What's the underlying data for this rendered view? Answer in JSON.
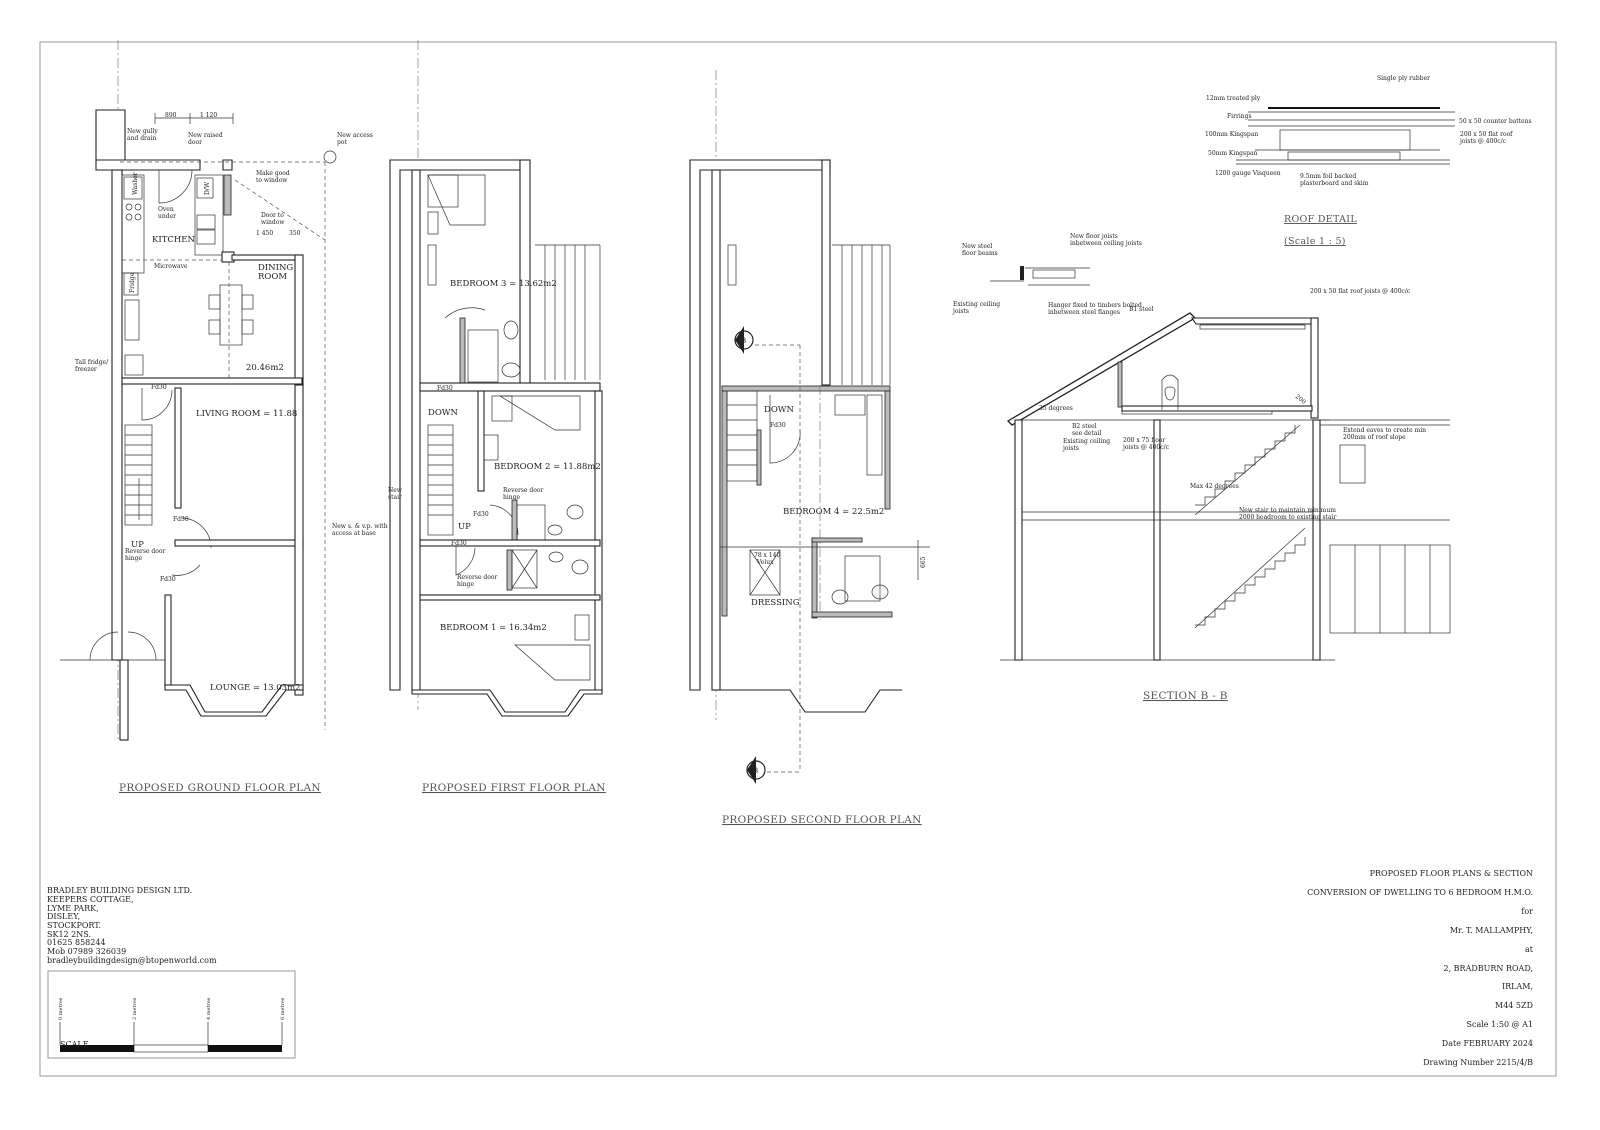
{
  "ground_floor": {
    "title": "PROPOSED GROUND FLOOR PLAN",
    "dim_890": "890",
    "dim_1120": "1 120",
    "dim_1450": "1 450",
    "dim_350": "350",
    "gully": [
      "New gully",
      "and drain"
    ],
    "raised_door": [
      "New raised",
      "door"
    ],
    "access_pot": [
      "New access",
      "pot"
    ],
    "make_good": [
      "Make good",
      "to window"
    ],
    "oven": [
      "Oven",
      "under"
    ],
    "door_to_window": [
      "Door to",
      "window"
    ],
    "kitchen": "KITCHEN",
    "washer": "Washer",
    "dw": "D/W",
    "fridge": "Fridge",
    "microwave": "Microwave",
    "dining": [
      "DINING",
      "ROOM"
    ],
    "dining_area": "20.46m2",
    "tall_fridge": [
      "Tall fridge/",
      "freezer"
    ],
    "fd30": "Fd30",
    "living_room": "LIVING ROOM = 11.88",
    "up": "UP",
    "reverse_hinge": [
      "Reverse door",
      "hinge"
    ],
    "svp": [
      "New s. & v.p. with",
      "access at base"
    ],
    "lounge": "LOUNGE = 13.03m2"
  },
  "first_floor": {
    "title": "PROPOSED FIRST FLOOR PLAN",
    "bedroom3": "BEDROOM 3 = 13.62m2",
    "bedroom2": "BEDROOM 2 = 11.88m2",
    "bedroom1": "BEDROOM 1 = 16.34m2",
    "fd30": "Fd30",
    "down": "DOWN",
    "up": "UP",
    "new_stair": [
      "New",
      "stair"
    ],
    "reverse_hinge": [
      "Reverse door",
      "hinge"
    ]
  },
  "second_floor": {
    "title": "PROPOSED SECOND FLOOR PLAN",
    "down": "DOWN",
    "fd30": "Fd30",
    "bedroom4": "BEDROOM 4 = 22.5m2",
    "velux": [
      "78 x 140",
      "Velux"
    ],
    "dressing": "DRESSING",
    "dim_665": "665",
    "section_marker": "B"
  },
  "roof_detail": {
    "title": "ROOF DETAIL",
    "scale": "(Scale 1 : 5)",
    "single_ply": "Single ply rubber",
    "ply": "12mm treated ply",
    "firrings": "Firrings",
    "counter_battens": "50 x 50 counter battens",
    "joists": [
      "200 x 50 flat roof",
      "joists @ 400c/c"
    ],
    "kingspan100": "100mm Kingspan",
    "kingspan50": "50mm Kingspan",
    "visqueen": "1200 gauge Visqueen",
    "plasterboard": [
      "9.5mm foil backed",
      "plasterboard and skim"
    ]
  },
  "beam_detail": {
    "steel_beams": [
      "New steel",
      "floor beams"
    ],
    "floor_joists": [
      "New floor joists",
      "inbetween ceiling joists"
    ],
    "existing_joists": [
      "Existing ceiling",
      "joists"
    ],
    "hanger": [
      "Hanger fixed to timbers bolted",
      "inbetween steel flanges"
    ]
  },
  "section": {
    "title": "SECTION B - B",
    "b1": "B1 steel",
    "flat_roof_joists": "200 x 50 flat roof joists @ 400c/c",
    "dim_200": "200",
    "eaves": [
      "Extend eaves to create min",
      "200mm of roof slope"
    ],
    "degrees35": "35 degrees",
    "b2": [
      "B2 steel",
      "see detail"
    ],
    "existing_joists": [
      "Existing ceiling",
      "joists"
    ],
    "floor_joists": [
      "200 x 75 floor",
      "joists @ 400c/c"
    ],
    "max42": "Max 42 degrees",
    "new_stair": [
      "New stair to maintain minimum",
      "2000 headroom to existing stair"
    ]
  },
  "company": {
    "lines": [
      "BRADLEY BUILDING DESIGN LTD.",
      "KEEPERS COTTAGE,",
      "LYME PARK,",
      "DISLEY,",
      "STOCKPORT.",
      "SK12 2NS.",
      "01625 858244",
      "Mob 07989 326039",
      "bradleybuildingdesign@btopenworld.com"
    ]
  },
  "scale_bar": {
    "label": "SCALE",
    "ticks": [
      "0 metres",
      "2 metres",
      "4 metres",
      "6 metres"
    ]
  },
  "title_block": {
    "lines": [
      "PROPOSED FLOOR PLANS & SECTION",
      "CONVERSION OF DWELLING TO 6 BEDROOM H.M.O.",
      "for",
      "Mr. T. MALLAMPHY,",
      "at",
      "2, BRADBURN ROAD,",
      "IRLAM,",
      "M44 5ZD",
      "Scale  1:50 @ A1",
      "Date  FEBRUARY 2024",
      "Drawing Number  2215/4/B"
    ]
  }
}
